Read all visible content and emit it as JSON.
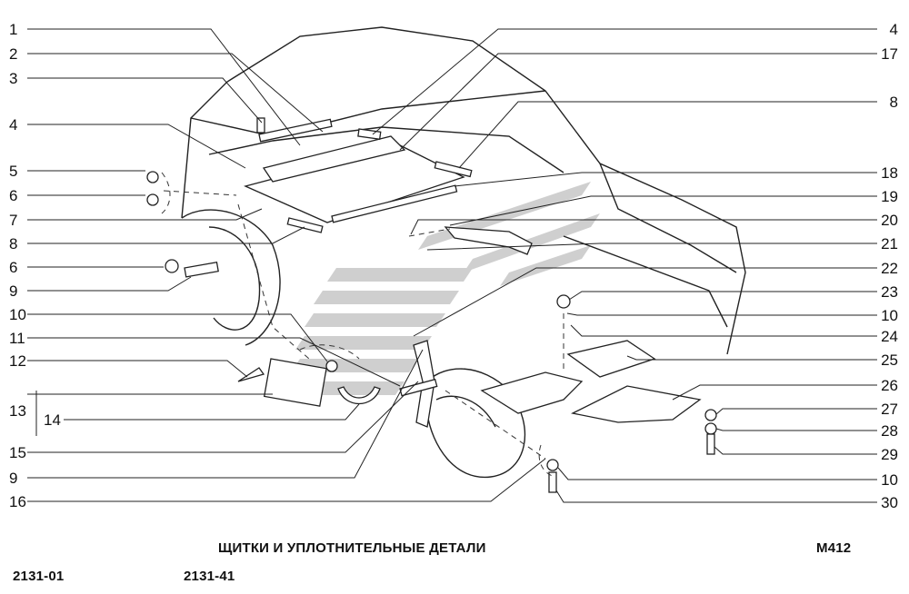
{
  "caption": {
    "title": "ЩИТКИ И УПЛОТНИТЕЛЬНЫЕ ДЕТАЛИ",
    "code": "М412",
    "model_1": "2131-01",
    "model_2": "2131-41"
  },
  "callouts_left": [
    "1",
    "2",
    "3",
    "4",
    "5",
    "6",
    "7",
    "8",
    "6",
    "9",
    "10",
    "11",
    "12",
    "13",
    "14",
    "15",
    "9",
    "16"
  ],
  "callouts_right": [
    "4",
    "17",
    "8",
    "18",
    "19",
    "20",
    "21",
    "22",
    "23",
    "10",
    "24",
    "25",
    "26",
    "27",
    "28",
    "29",
    "10",
    "30"
  ],
  "colors": {
    "line": "#222222",
    "watermark": "#c8c8c8"
  }
}
